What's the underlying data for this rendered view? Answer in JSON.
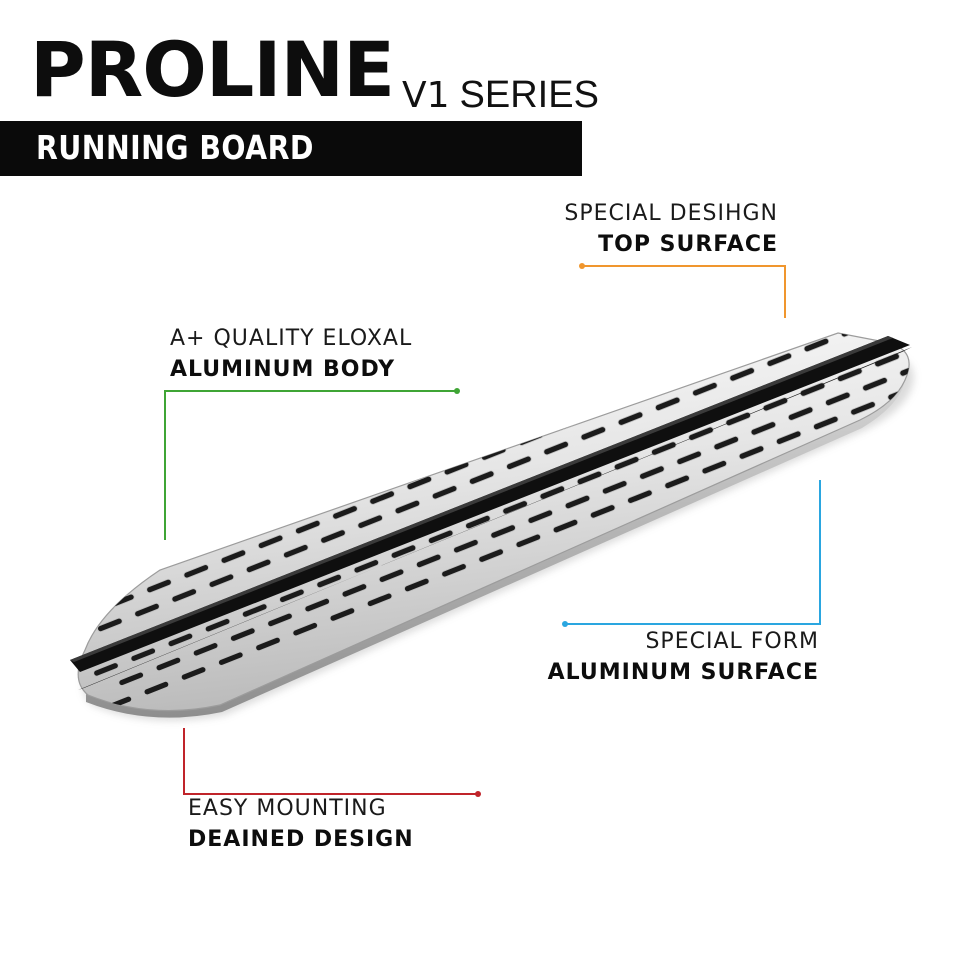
{
  "header": {
    "brand": "PROLINE",
    "version": "V1",
    "series": "SERIES",
    "product": "RUNNING BOARD"
  },
  "callouts": {
    "top_surface": {
      "line1": "SPECIAL DESIHGN",
      "line2": "TOP SURFACE",
      "color": "#f0962e"
    },
    "aluminum_body": {
      "line1": "A+ QUALITY ELOXAL",
      "line2": "ALUMINUM BODY",
      "color": "#3fa535"
    },
    "aluminum_surface": {
      "line1": "SPECIAL FORM",
      "line2": "ALUMINUM SURFACE",
      "color": "#2aa6e0"
    },
    "mounting": {
      "line1": "EASY MOUNTING",
      "line2": "DEAINED DESIGN",
      "color": "#c0242a"
    }
  },
  "product_image": {
    "icon": "running-board-illustration"
  }
}
